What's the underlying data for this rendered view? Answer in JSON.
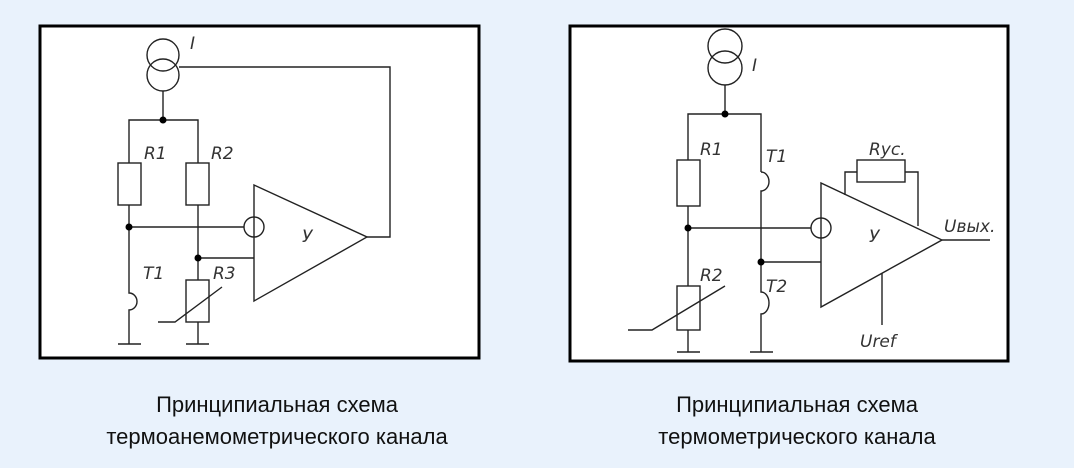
{
  "left_diagram": {
    "labels": {
      "source": "I",
      "r1": "R1",
      "r2": "R2",
      "r3": "R3",
      "t1": "T1",
      "amp": "У"
    },
    "caption": [
      "Принципиальная схема",
      "термоанемометрического канала"
    ]
  },
  "right_diagram": {
    "labels": {
      "source": "I",
      "r1": "R1",
      "r2": "R2",
      "t1": "T1",
      "t2": "T2",
      "rgain": "Rус.",
      "amp": "У",
      "out": "Uвых.",
      "ref": "Uref"
    },
    "caption": [
      "Принципиальная схема",
      "термометрического канала"
    ]
  }
}
